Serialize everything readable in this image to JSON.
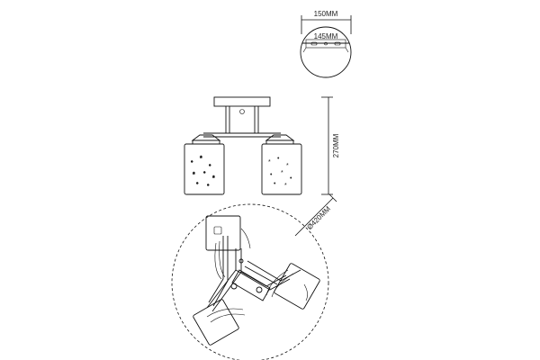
{
  "dimensions": {
    "canopy_width": "150MM",
    "canopy_plate_width": "145MM",
    "height": "270MM",
    "diameter": "Ø420MM"
  }
}
